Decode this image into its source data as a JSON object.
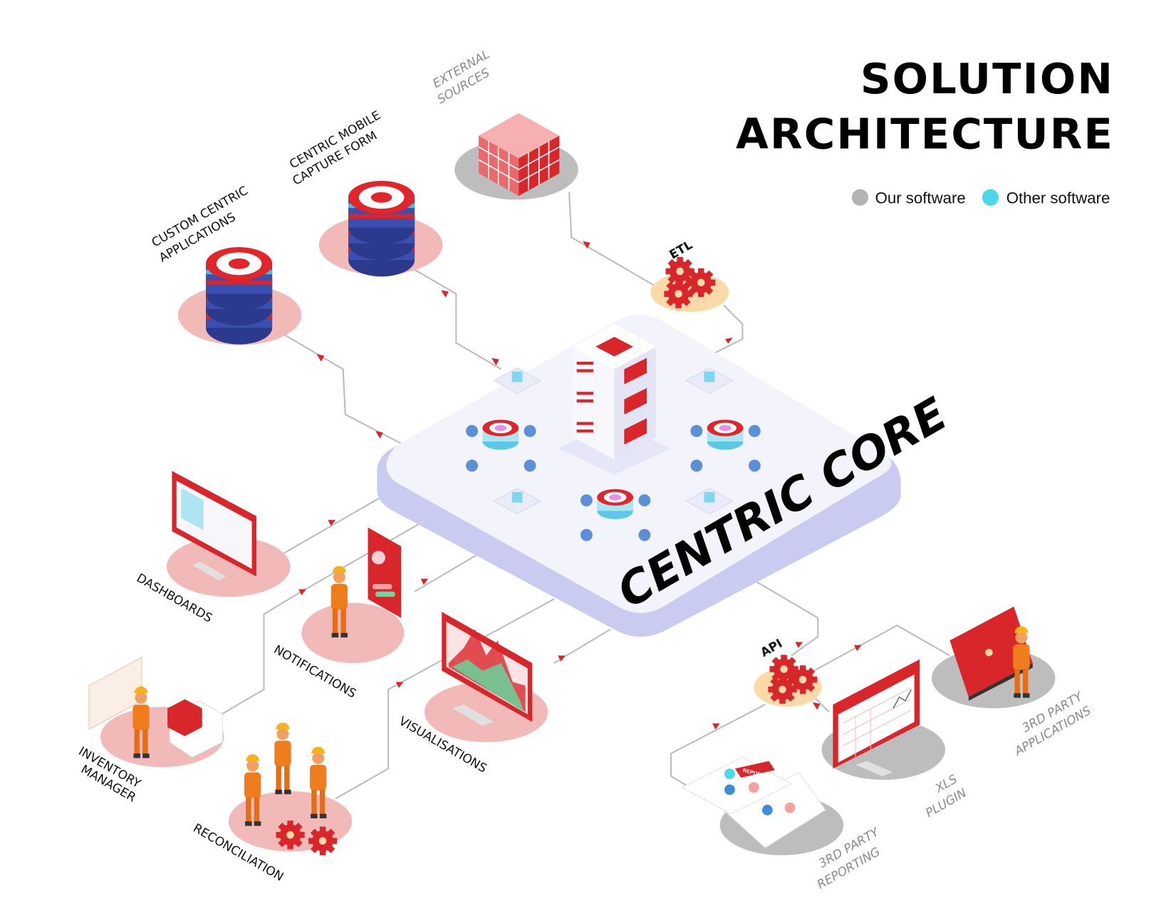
{
  "title": {
    "line1": "SOLUTION",
    "line2": "ARCHITECTURE"
  },
  "legend": [
    {
      "label": "Our software",
      "color": "#b3b3b3"
    },
    {
      "label": "Other software",
      "color": "#4dd8ea"
    }
  ],
  "core": {
    "label": "CENTRIC CORE"
  },
  "nodes": {
    "custom_apps": {
      "line1": "CUSTOM CENTRIC",
      "line2": "APPLICATIONS"
    },
    "mobile": {
      "line1": "CENTRIC MOBILE",
      "line2": "CAPTURE FORM"
    },
    "external": {
      "line1": "EXTERNAL",
      "line2": "SOURCES"
    },
    "etl": {
      "line1": "ETL"
    },
    "dashboards": {
      "line1": "DASHBOARDS"
    },
    "notifications": {
      "line1": "NOTIFICATIONS"
    },
    "visualisations": {
      "line1": "VISUALISATIONS"
    },
    "inventory": {
      "line1": "INVENTORY",
      "line2": "MANAGER"
    },
    "reconciliation": {
      "line1": "RECONCILIATION"
    },
    "api": {
      "line1": "API"
    },
    "xls": {
      "line1": "XLS",
      "line2": "PLUGIN"
    },
    "third_party_apps": {
      "line1": "3RD PARTY",
      "line2": "APPLICATIONS"
    },
    "third_party_reporting": {
      "line1": "3RD PARTY",
      "line2": "REPORTING",
      "badge": "REPORT"
    }
  },
  "colors": {
    "accent": "#d9262b",
    "pink_base": "#f2b9b9",
    "grey_base": "#c8c8c8",
    "orange_base": "#fbd9a8",
    "platform": "#f3f3fb"
  }
}
